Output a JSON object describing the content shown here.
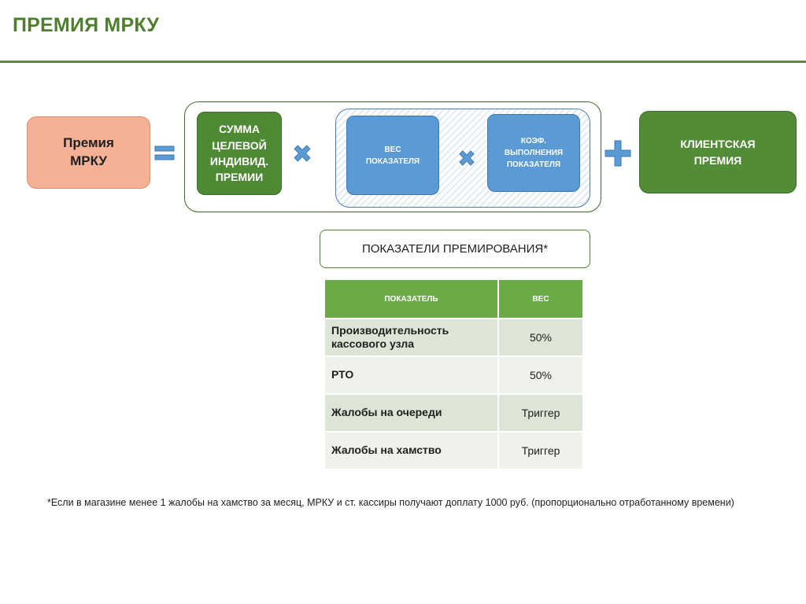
{
  "slide": {
    "title": "ПРЕМИЯ МРКУ"
  },
  "diagram": {
    "premia": "Премия\nМРКУ",
    "sum": "СУММА\nЦЕЛЕВОЙ\nИНДИВИД.\nПРЕМИИ",
    "weight": "ВЕС\nПОКАЗАТЕЛЯ",
    "coef": "КОЭФ.\nВЫПОЛНЕНИЯ\nПОКАЗАТЕЛЯ",
    "client": "КЛИЕНТСКАЯ\nПРЕМИЯ",
    "operators": {
      "equals": "equals-icon",
      "multiply": "multiply-icon",
      "plus": "plus-icon"
    },
    "colors": {
      "salmon": "#f4b195",
      "green": "#538c36",
      "blue": "#5b9bd5",
      "header_green": "#6aab45",
      "title_green": "#4e7f2e"
    }
  },
  "indicators_box": "ПОКАЗАТЕЛИ ПРЕМИРОВАНИЯ*",
  "table": {
    "headers": [
      "ПОКАЗАТЕЛЬ",
      "ВЕС"
    ],
    "rows": [
      {
        "indicator": "Производительность\nкассового узла",
        "weight": "50%"
      },
      {
        "indicator": "РТО",
        "weight": "50%"
      },
      {
        "indicator": "Жалобы на очереди",
        "weight": "Триггер"
      },
      {
        "indicator": "Жалобы на хамство",
        "weight": "Триггер"
      }
    ]
  },
  "footnote": "*Если в магазине менее 1 жалобы на хамство за месяц, МРКУ и ст. кассиры получают доплату 1000 руб. (пропорционально отработанному времени)"
}
